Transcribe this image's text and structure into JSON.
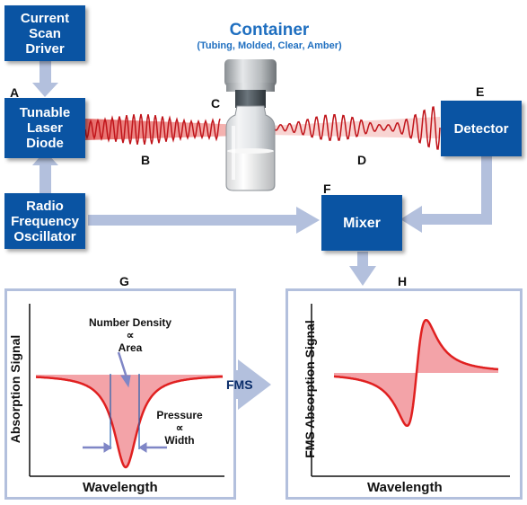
{
  "title": {
    "main": "Container",
    "sub": "(Tubing, Molded, Clear, Amber)"
  },
  "boxes": {
    "current_scan_driver": "Current\nScan\nDriver",
    "tunable_laser_diode": "Tunable\nLaser\nDiode",
    "rf_oscillator": "Radio\nFrequency\nOscillator",
    "mixer": "Mixer",
    "detector": "Detector",
    "fms": "FMS"
  },
  "labels": {
    "a": "A",
    "b": "B",
    "c": "C",
    "d": "D",
    "e": "E",
    "f": "F",
    "g": "G",
    "h": "H"
  },
  "panel_g": {
    "xlabel": "Wavelength",
    "ylabel": "Absorption Signal",
    "annotation_density": [
      "Number Density",
      "∝",
      "Area"
    ],
    "annotation_pressure": [
      "Pressure",
      "∝",
      "Width"
    ]
  },
  "panel_h": {
    "xlabel": "Wavelength",
    "ylabel": "FMS Absorption Signal"
  },
  "colors": {
    "box_blue": "#0a54a3",
    "arrow_blue": "#b3c0dd",
    "signal_red": "#e02020",
    "fill_pink": "#f3a3a8",
    "title_blue": "#1f6fc0"
  }
}
